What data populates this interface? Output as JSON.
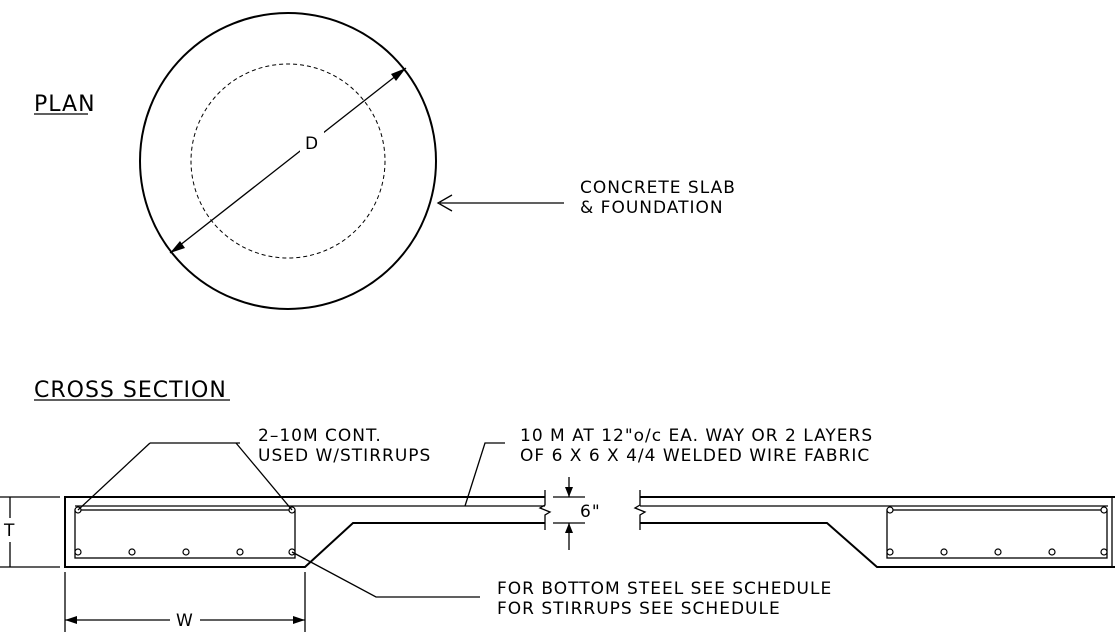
{
  "plan": {
    "heading": "PLAN",
    "diameter_label": "D",
    "slab_callout": [
      "CONCRETE SLAB",
      "& FOUNDATION"
    ]
  },
  "cross_section": {
    "heading": "CROSS SECTION",
    "top_bars_callout": [
      "2–10M CONT.",
      "USED W/STIRRUPS"
    ],
    "mesh_callout": [
      "10 M AT 12\"o/c EA. WAY OR 2 LAYERS",
      "OF 6 X 6 X 4/4 WELDED WIRE FABRIC"
    ],
    "slab_thickness": "6\"",
    "depth_label": "T",
    "width_label": "W",
    "bottom_callout": [
      "FOR BOTTOM STEEL SEE SCHEDULE",
      "FOR STIRRUPS SEE SCHEDULE"
    ]
  }
}
